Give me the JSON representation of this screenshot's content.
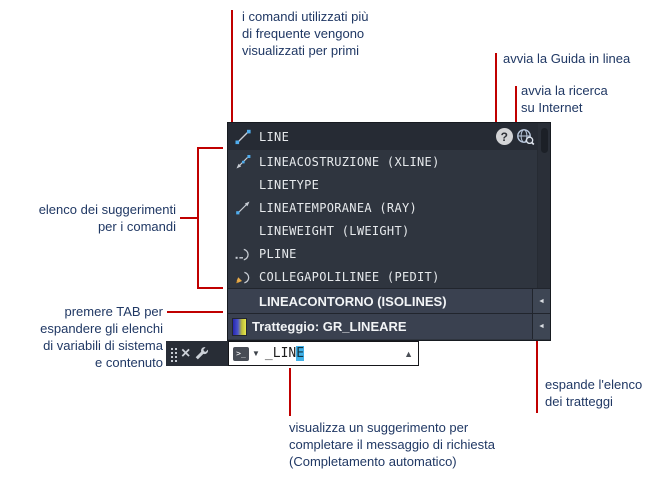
{
  "annotations": {
    "frequent_commands": "i comandi utilizzati più\ndi frequente vengono\nvisualizzati per primi",
    "online_help": "avvia la Guida in linea",
    "internet_search": "avvia la ricerca\nsu Internet",
    "suggestion_list": "elenco dei suggerimenti\nper i comandi",
    "press_tab": "premere TAB per\nespandere gli elenchi\ndi variabili di sistema\ne contenuto",
    "autocomplete": "visualizza un suggerimento per\ncompletare il messaggio di richiesta\n(Completamento automatico)",
    "expand_hatch": "espande l'elenco\ndei tratteggi"
  },
  "popup": {
    "selected_command": "LINE",
    "help_icon_glyph": "?",
    "items": [
      {
        "label": "LINEACOSTRUZIONE (XLINE)",
        "icon": "xline-icon"
      },
      {
        "label": "LINETYPE",
        "icon": ""
      },
      {
        "label": "LINEATEMPORANEA (RAY)",
        "icon": "ray-icon"
      },
      {
        "label": "LINEWEIGHT (LWEIGHT)",
        "icon": ""
      },
      {
        "label": "PLINE",
        "icon": "pline-icon"
      },
      {
        "label": "COLLEGAPOLILINEE (PEDIT)",
        "icon": "pedit-icon"
      }
    ],
    "categories": [
      {
        "label": "LINEACONTORNO (ISOLINES)",
        "expander_glyph": "◄"
      },
      {
        "label": "Tratteggio: GR_LINEARE",
        "expander_glyph": "◄",
        "icon": "gradient-swatch"
      }
    ]
  },
  "command_bar": {
    "close_glyph": "×",
    "prompt_chip": ">_",
    "dropdown_glyph": "▼",
    "typed_text": "_LIN",
    "suggested_text": "E",
    "recent_glyph": "▲"
  },
  "colors": {
    "annotation_red": "#c00000",
    "annotation_text": "#203864",
    "popup_bg": "#2f353f",
    "popup_selected_bg": "#262b34",
    "category_bg": "#3a4150",
    "suggestion_highlight": "#41b1e8"
  }
}
